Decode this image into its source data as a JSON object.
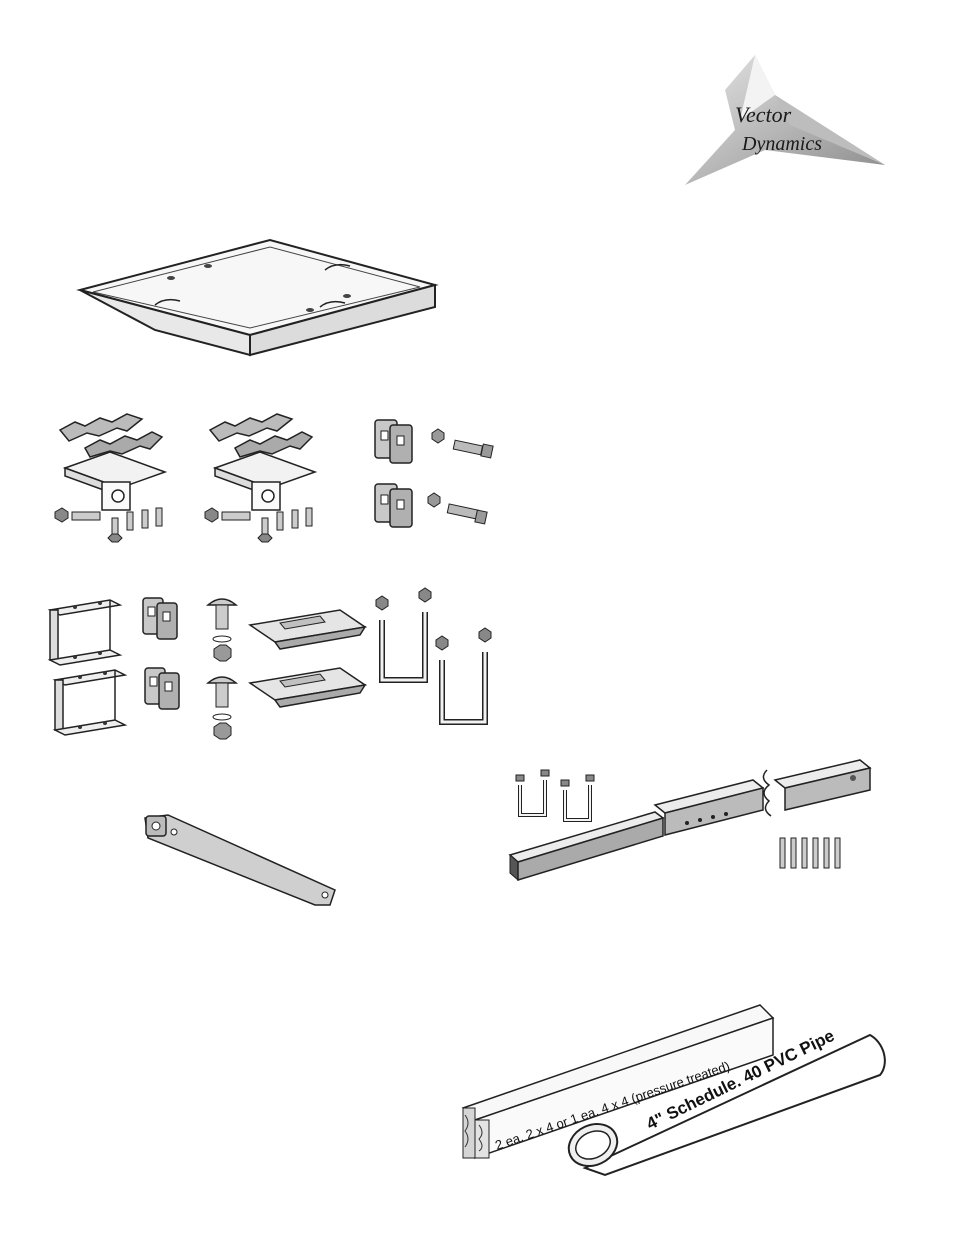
{
  "logo": {
    "line1": "Vector",
    "line2": "Dynamics"
  },
  "lumber_label": "2 ea. 2 x 4 or 1 ea. 4 x 4 (pressure treated)",
  "pipe_label": "4\" Schedule. 40 PVC Pipe"
}
